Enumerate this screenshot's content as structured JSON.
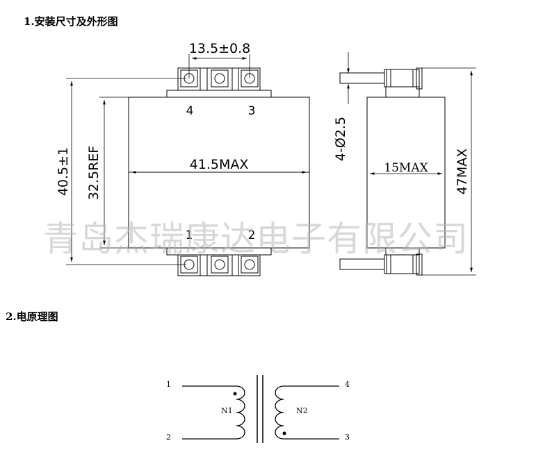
{
  "headings": {
    "section1": "1.安装尺寸及外形图",
    "section2": "2.电原理图"
  },
  "watermark": "青岛杰瑞康达电子有限公司",
  "front_view": {
    "pin_spacing": "13.5±0.8",
    "overall_height": "40.5±1",
    "body_height": "32.5REF",
    "width": "41.5MAX",
    "pins": [
      "4",
      "3",
      "1",
      "2"
    ]
  },
  "side_view": {
    "pin_diameter": "4-Ø2.5",
    "depth": "15MAX",
    "overall_length": "47MAX"
  },
  "schematic": {
    "pin1": "1",
    "pin2": "2",
    "pin3": "3",
    "pin4": "4",
    "winding1": "N1",
    "winding2": "N2"
  }
}
